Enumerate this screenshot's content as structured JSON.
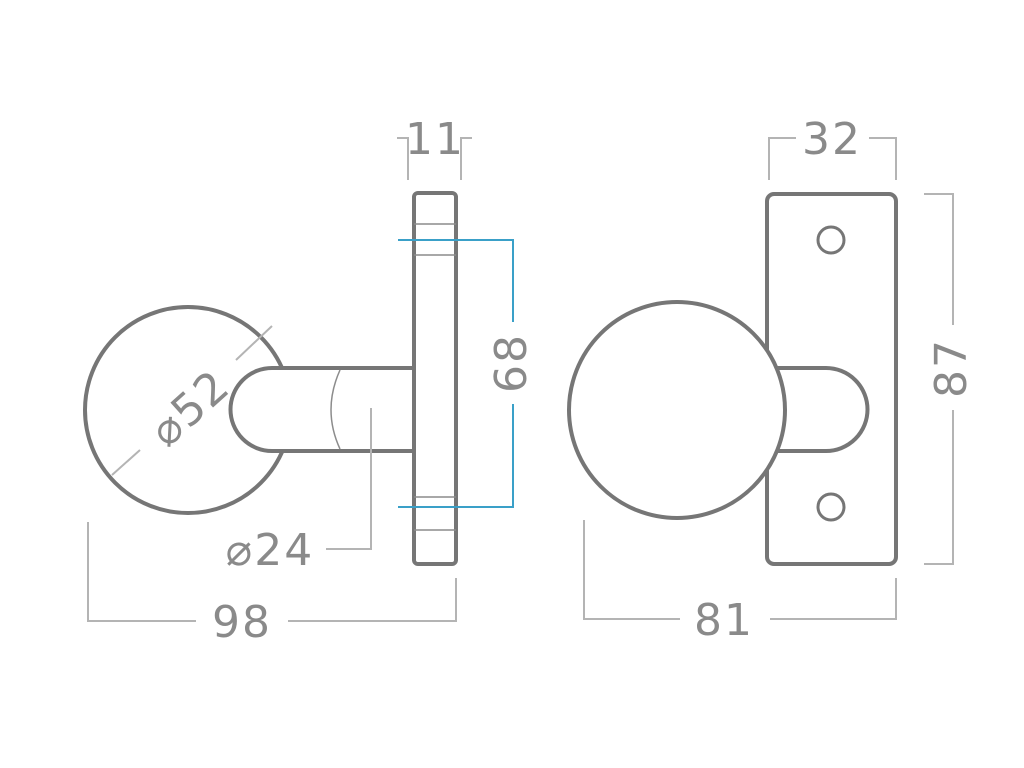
{
  "colors": {
    "outline": "#767676",
    "dimension_line": "#b4b4b4",
    "dimension_text": "#8a8a8a",
    "highlight_dimension": "#3aa0c8",
    "background": "#ffffff"
  },
  "dimensions": {
    "rose_diameter": "⌀52",
    "spindle_diameter": "⌀24",
    "plate_thickness": "11",
    "fixing_centres": "68",
    "overall_projection_side": "98",
    "plate_width": "32",
    "overall_projection_front": "81",
    "plate_height": "87"
  }
}
